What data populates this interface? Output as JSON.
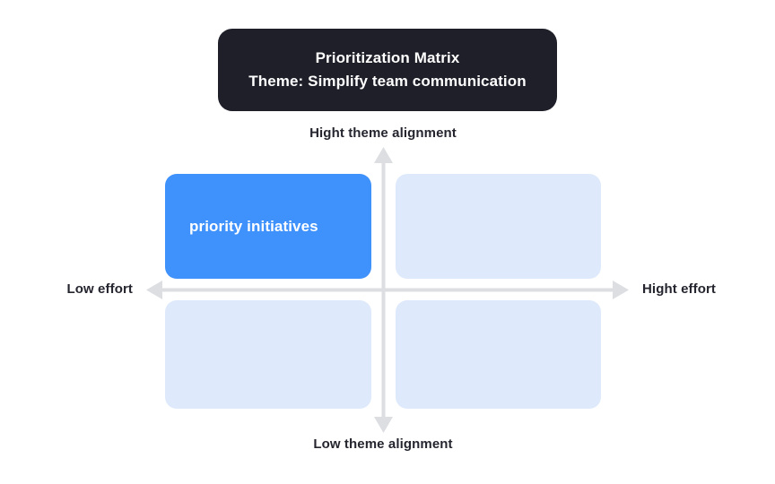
{
  "title_card": {
    "line1": "Prioritization Matrix",
    "line2": "Theme: Simplify team communication",
    "background_color": "#1e1f28",
    "text_color": "#ffffff"
  },
  "axes": {
    "top_label": "Hight theme alignment",
    "bottom_label": "Low theme alignment",
    "left_label": "Low effort",
    "right_label": "Hight effort",
    "line_color": "#dcdee1",
    "label_color": "#24252e"
  },
  "quadrants": [
    {
      "id": "top-left",
      "label": "priority initiatives",
      "highlighted": true,
      "color": "#3f91fb",
      "position": "Low effort / Hight theme alignment"
    },
    {
      "id": "top-right",
      "label": "",
      "highlighted": false,
      "color": "#deeafb",
      "position": "Hight effort / Hight theme alignment"
    },
    {
      "id": "bottom-left",
      "label": "",
      "highlighted": false,
      "color": "#deeafb",
      "position": "Low effort / Low theme alignment"
    },
    {
      "id": "bottom-right",
      "label": "",
      "highlighted": false,
      "color": "#deeafb",
      "position": "Hight effort / Low theme alignment"
    }
  ],
  "chart_data": {
    "type": "table",
    "title": "Prioritization Matrix",
    "subtitle": "Theme: Simplify team communication",
    "xlabel": "Effort",
    "ylabel": "Theme alignment",
    "x_axis_ticks": [
      "Low effort",
      "Hight effort"
    ],
    "y_axis_ticks": [
      "Low theme alignment",
      "Hight theme alignment"
    ],
    "categories": [
      "Low effort / Hight theme alignment",
      "Hight effort / Hight theme alignment",
      "Low effort / Low theme alignment",
      "Hight effort / Low theme alignment"
    ],
    "values": [
      "priority initiatives",
      "",
      "",
      ""
    ],
    "grid": false,
    "legend": "none"
  }
}
